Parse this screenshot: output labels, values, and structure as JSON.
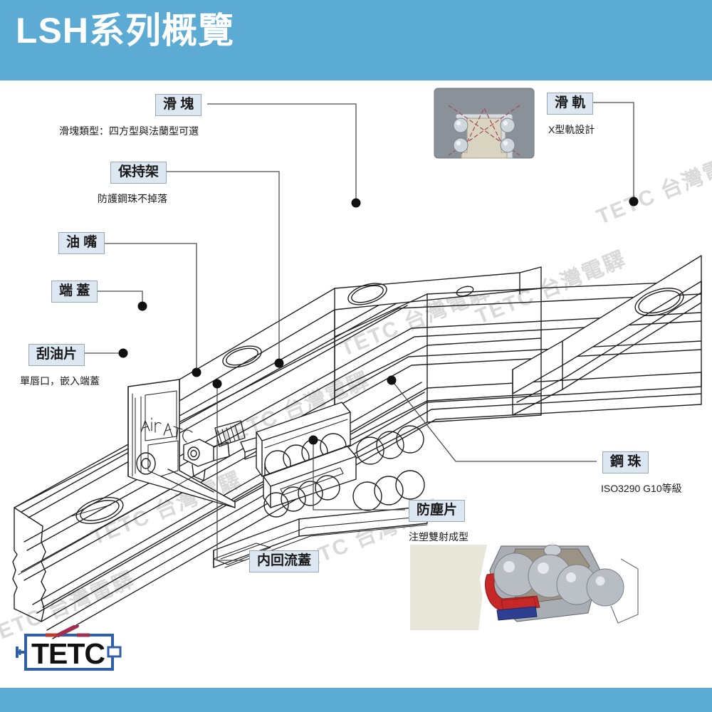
{
  "header": {
    "title": "LSH系列概覽",
    "bar_color": "#5babd4"
  },
  "footer": {
    "bar_color": "#5babd4"
  },
  "watermark": {
    "text": "TETC 台灣電驛",
    "color": "#d9d9d9"
  },
  "logo": {
    "text": "TETC",
    "frame_color": "#2f5fa8",
    "switch_color": "#a03050",
    "text_color": "#111111"
  },
  "callouts": [
    {
      "id": "slide-block",
      "label": "滑 塊",
      "sub": "滑塊類型：四方型與法蘭型可選"
    },
    {
      "id": "retainer",
      "label": "保持架",
      "sub": "防護鋼珠不掉落"
    },
    {
      "id": "grease-nipple",
      "label": "油 嘴",
      "sub": ""
    },
    {
      "id": "end-cap",
      "label": "端 蓋",
      "sub": ""
    },
    {
      "id": "oil-scraper",
      "label": "刮油片",
      "sub": "單唇口，嵌入端蓋"
    },
    {
      "id": "rail",
      "label": "滑 軌",
      "sub": "X型軌設計"
    },
    {
      "id": "steel-ball",
      "label": "鋼 珠",
      "sub": "ISO3290 G10等級"
    },
    {
      "id": "dust-seal",
      "label": "防塵片",
      "sub": "注塑雙射成型"
    },
    {
      "id": "inner-return-cap",
      "label": "内回流蓋",
      "sub": ""
    }
  ],
  "insets": {
    "rail_cross_section": {
      "name": "x-contact-cross-section",
      "block_color": "#8b9099",
      "rail_color": "#d8d3c0",
      "ball_color": "#c9d2da",
      "x_line_color": "#a0485c"
    },
    "ball_detail": {
      "name": "ball-circulation-detail",
      "ball_color": "#b9bec4",
      "seal_color": "#c62828",
      "blue_color": "#2e3f92",
      "body_color": "#9aa3ab",
      "backdrop_color": "#e8e6da"
    }
  },
  "drawing": {
    "name": "lsh-linear-guideway-exploded-view",
    "line_color": "#231f20",
    "dot_color": "#111111"
  }
}
